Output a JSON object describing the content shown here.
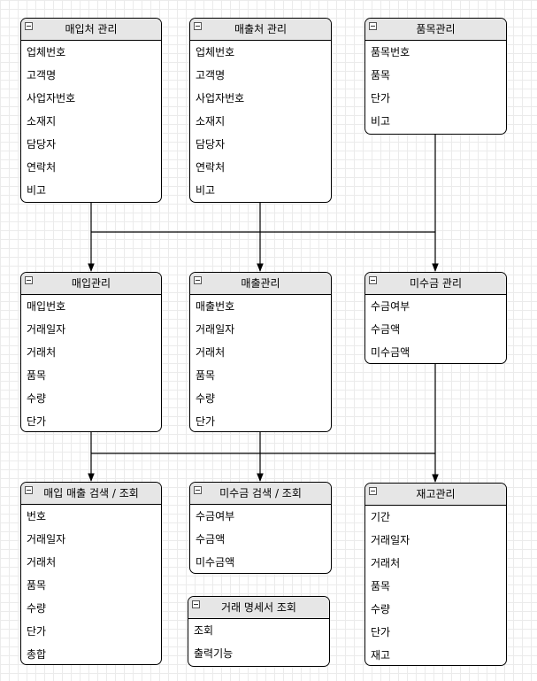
{
  "entities": {
    "purchase_vendor": {
      "title": "매입처 관리",
      "fields": [
        "업체번호",
        "고객명",
        "사업자번호",
        "소재지",
        "담당자",
        "연락처",
        "비고"
      ]
    },
    "sales_vendor": {
      "title": "매출처 관리",
      "fields": [
        "업체번호",
        "고객명",
        "사업자번호",
        "소재지",
        "담당자",
        "연락처",
        "비고"
      ]
    },
    "item": {
      "title": "품목관리",
      "fields": [
        "품목번호",
        "품목",
        "단가",
        "비고"
      ]
    },
    "purchase": {
      "title": "매입관리",
      "fields": [
        "매입번호",
        "거래일자",
        "거래처",
        "품목",
        "수량",
        "단가"
      ]
    },
    "sales": {
      "title": "매출관리",
      "fields": [
        "매출번호",
        "거래일자",
        "거래처",
        "품목",
        "수량",
        "단가"
      ]
    },
    "receivable": {
      "title": "미수금 관리",
      "fields": [
        "수금여부",
        "수금액",
        "미수금액"
      ]
    },
    "purchase_sales_search": {
      "title": "매입 매출 검색 / 조회",
      "fields": [
        "번호",
        "거래일자",
        "거래처",
        "품목",
        "수량",
        "단가",
        "총합"
      ]
    },
    "receivable_search": {
      "title": "미수금 검색 / 조회",
      "fields": [
        "수금여부",
        "수금액",
        "미수금액"
      ]
    },
    "statement": {
      "title": "거래 명세서 조회",
      "fields": [
        "조회",
        "출력기능"
      ]
    },
    "inventory": {
      "title": "재고관리",
      "fields": [
        "기간",
        "거래일자",
        "거래처",
        "품목",
        "수량",
        "단가",
        "재고"
      ]
    }
  }
}
